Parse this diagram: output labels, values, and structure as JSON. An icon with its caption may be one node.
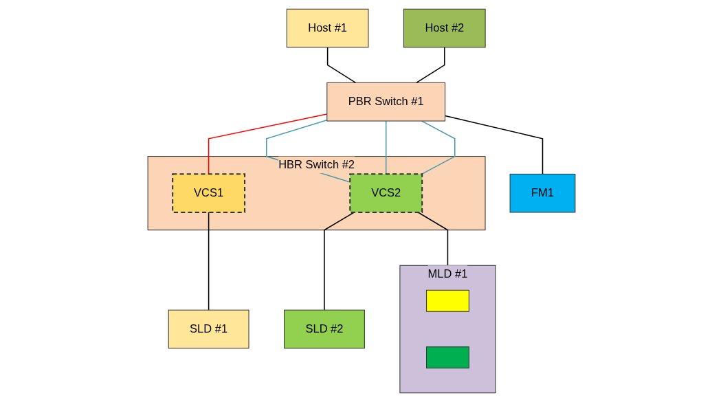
{
  "diagram": {
    "nodes": [
      {
        "text": [
          "Host #1"
        ]
      },
      {
        "text": [
          "Host #2"
        ]
      },
      {
        "text": [
          "PBR Switch #1"
        ]
      },
      {
        "text": [
          "FM1"
        ]
      },
      {
        "text": [
          "HBR Switch #2"
        ]
      },
      {
        "text": [
          "VCS1"
        ],
        "in": 4
      },
      {
        "text": [
          "VCS2"
        ],
        "in": 4
      },
      {
        "text": [
          "SLD #1"
        ]
      },
      {
        "text": [
          "MLD #1"
        ]
      },
      {
        "text": [],
        "shape": "box",
        "in": 8
      },
      {
        "text": [],
        "shape": "box",
        "in": 8
      },
      {
        "text": [
          "SLD #2"
        ]
      }
    ],
    "edges": [
      {
        "from": 0,
        "to": 2,
        "arrow": "none"
      },
      {
        "from": 1,
        "to": 2,
        "arrow": "none"
      },
      {
        "from": 2,
        "to": 3,
        "arrow": "none"
      },
      {
        "from": 2,
        "to": 5,
        "arrow": "none",
        "color": "#ff0000"
      },
      {
        "from": 2,
        "to": 6,
        "arrow": "none",
        "color": "#4a9bb0"
      },
      {
        "from": 2,
        "to": 6,
        "arrow": "none",
        "color": "#4a9bb0"
      },
      {
        "from": 2,
        "to": 6,
        "arrow": "none",
        "color": "#4a9bb0"
      },
      {
        "from": 5,
        "to": 7,
        "arrow": "none"
      },
      {
        "from": 6,
        "to": 8,
        "arrow": "none"
      },
      {
        "from": 6,
        "to": 11,
        "arrow": "none"
      }
    ]
  }
}
